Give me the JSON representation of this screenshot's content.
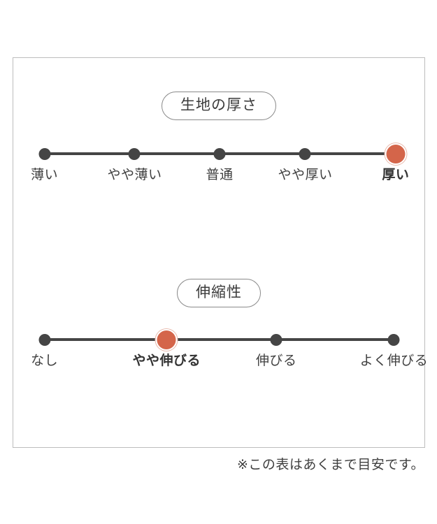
{
  "card": {
    "accent_color": "#d4654a",
    "dot_color": "#454545",
    "border_color": "#bdbdbd"
  },
  "chart_data": {
    "type": "scatter",
    "title": "",
    "legend": "none",
    "grid": false,
    "charts": [
      {
        "id": "fabric-thickness",
        "title": "生地の厚さ",
        "xlabel": "",
        "ylabel": "",
        "categories": [
          "薄い",
          "やや薄い",
          "普通",
          "やや厚い",
          "厚い"
        ],
        "values": [
          0,
          0,
          0,
          0,
          1
        ],
        "selected_index": 4,
        "selected_label": "厚い",
        "x_positions_pct": [
          7.6,
          29.5,
          50.2,
          71.0,
          93.0
        ]
      },
      {
        "id": "stretchiness",
        "title": "伸縮性",
        "xlabel": "",
        "ylabel": "",
        "categories": [
          "なし",
          "やや伸びる",
          "伸びる",
          "よく伸びる"
        ],
        "values": [
          0,
          1,
          0,
          0
        ],
        "selected_index": 1,
        "selected_label": "やや伸びる",
        "x_positions_pct": [
          7.6,
          37.3,
          64.0,
          92.6
        ]
      }
    ]
  },
  "footnote": {
    "text": "※この表はあくまで目安です。"
  }
}
